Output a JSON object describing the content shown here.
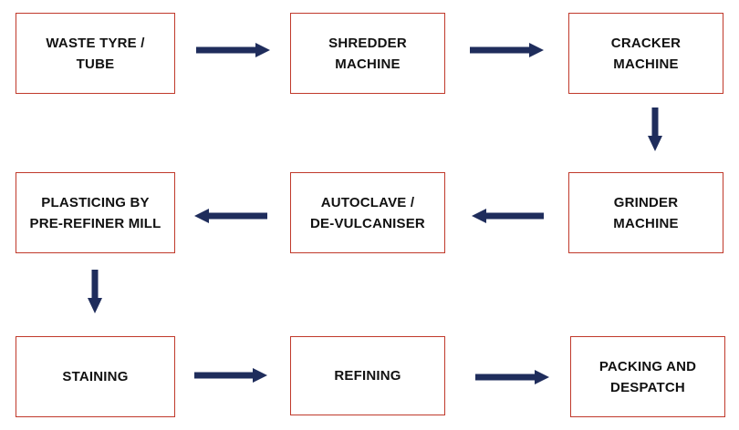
{
  "diagram": {
    "nodes": [
      {
        "id": "waste",
        "label": "WASTE TYRE /\nTUBE"
      },
      {
        "id": "shredder",
        "label": "SHREDDER\nMACHINE"
      },
      {
        "id": "cracker",
        "label": "CRACKER\nMACHINE"
      },
      {
        "id": "plasticing",
        "label": "PLASTICING BY\nPRE-REFINER MILL"
      },
      {
        "id": "autoclave",
        "label": "AUTOCLAVE /\nDE-VULCANISER"
      },
      {
        "id": "grinder",
        "label": "GRINDER\nMACHINE"
      },
      {
        "id": "staining",
        "label": "STAINING"
      },
      {
        "id": "refining",
        "label": "REFINING"
      },
      {
        "id": "packing",
        "label": "PACKING AND\nDESPATCH"
      }
    ],
    "edges": [
      {
        "from": "waste",
        "to": "shredder"
      },
      {
        "from": "shredder",
        "to": "cracker"
      },
      {
        "from": "cracker",
        "to": "grinder"
      },
      {
        "from": "grinder",
        "to": "autoclave"
      },
      {
        "from": "autoclave",
        "to": "plasticing"
      },
      {
        "from": "plasticing",
        "to": "staining"
      },
      {
        "from": "staining",
        "to": "refining"
      },
      {
        "from": "refining",
        "to": "packing"
      }
    ],
    "colors": {
      "box_border": "#c0392b",
      "arrow": "#1f2d5c",
      "text": "#111111"
    }
  }
}
